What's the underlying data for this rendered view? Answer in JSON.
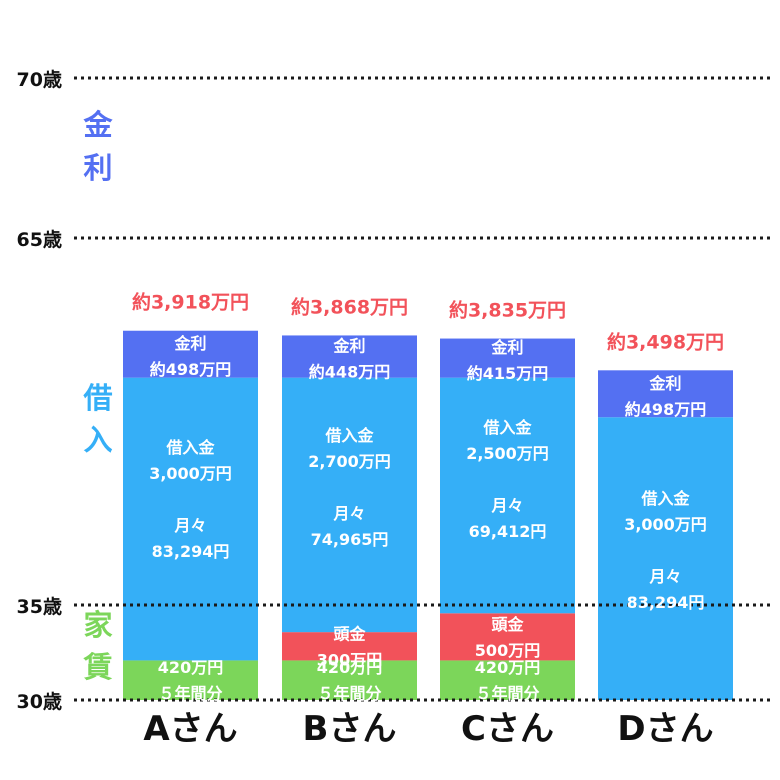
{
  "chart_data": {
    "type": "bar",
    "stacked": true,
    "legend": "none",
    "grid": false,
    "colors": {
      "interest": "#5470f2",
      "loan": "#35aff7",
      "down": "#f2525a",
      "rent": "#7cd65a",
      "total_text": "#f2525a",
      "age_text": "#111111"
    },
    "age_ticks": [
      "70歳",
      "65歳",
      "35歳",
      "30歳"
    ],
    "side_labels": {
      "interest": [
        "金",
        "利"
      ],
      "loan": [
        "借",
        "入"
      ],
      "rent": [
        "家",
        "賃"
      ]
    },
    "bars": [
      {
        "name": "Aさん",
        "total": "約3,918万円",
        "segments": [
          {
            "kind": "rent",
            "value": 420,
            "lines": [
              "420万円",
              "５年間分"
            ]
          },
          {
            "kind": "loan",
            "value": 3000,
            "lines": [
              "借入金",
              "3,000万円",
              "",
              "月々",
              "83,294円"
            ]
          },
          {
            "kind": "interest",
            "value": 498,
            "lines": [
              "金利",
              "約498万円"
            ]
          }
        ]
      },
      {
        "name": "Bさん",
        "total": "約3,868万円",
        "segments": [
          {
            "kind": "rent",
            "value": 420,
            "lines": [
              "420万円",
              "５年間分"
            ]
          },
          {
            "kind": "down",
            "value": 300,
            "lines": [
              "頭金",
              "300万円"
            ]
          },
          {
            "kind": "loan",
            "value": 2700,
            "lines": [
              "借入金",
              "2,700万円",
              "",
              "月々",
              "74,965円"
            ]
          },
          {
            "kind": "interest",
            "value": 448,
            "lines": [
              "金利",
              "約448万円"
            ]
          }
        ]
      },
      {
        "name": "Cさん",
        "total": "約3,835万円",
        "segments": [
          {
            "kind": "rent",
            "value": 420,
            "lines": [
              "420万円",
              "５年間分"
            ]
          },
          {
            "kind": "down",
            "value": 500,
            "lines": [
              "頭金",
              "500万円"
            ]
          },
          {
            "kind": "loan",
            "value": 2500,
            "lines": [
              "借入金",
              "2,500万円",
              "",
              "月々",
              "69,412円"
            ]
          },
          {
            "kind": "interest",
            "value": 415,
            "lines": [
              "金利",
              "約415万円"
            ]
          }
        ]
      },
      {
        "name": "Dさん",
        "total": "約3,498万円",
        "segments": [
          {
            "kind": "loan",
            "value": 3000,
            "lines": [
              "借入金",
              "3,000万円",
              "",
              "月々",
              "83,294円"
            ]
          },
          {
            "kind": "interest",
            "value": 498,
            "lines": [
              "金利",
              "約498万円"
            ]
          }
        ]
      }
    ]
  }
}
